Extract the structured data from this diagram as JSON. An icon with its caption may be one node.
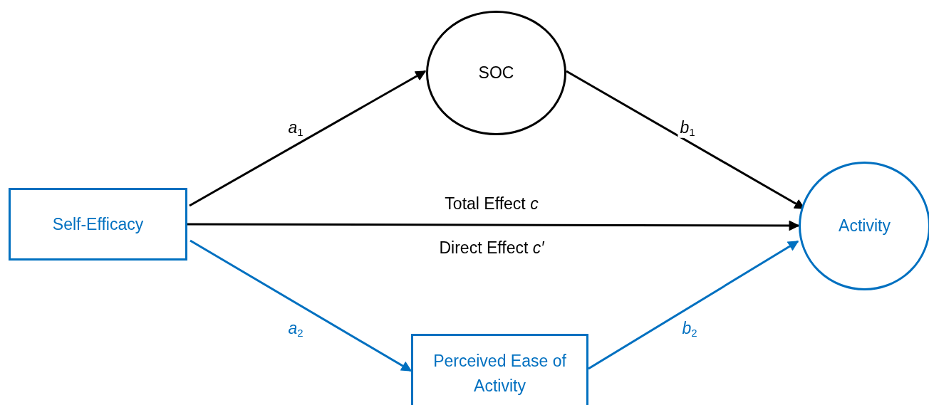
{
  "diagram": {
    "nodes": [
      {
        "text": [
          "Self-Efficacy"
        ]
      },
      {
        "text": [
          "SOC"
        ]
      },
      {
        "text": [
          "Activity"
        ]
      },
      {
        "text": [
          "Perceived Ease of Activity"
        ]
      }
    ],
    "edges": [
      {
        "from": 0,
        "to": 1,
        "arrow": "to",
        "label": "*a*$_{1}$"
      },
      {
        "from": 1,
        "to": 2,
        "arrow": "to",
        "label": "*b*$_{1}$"
      },
      {
        "from": 0,
        "to": 2,
        "arrow": "to",
        "label": "Total Effect *c*"
      },
      {
        "from": 0,
        "to": 3,
        "arrow": "to",
        "label": "*a*$_{2}$",
        "color": "#0070c0"
      },
      {
        "from": 3,
        "to": 2,
        "arrow": "to",
        "label": "*b*$_{2}$",
        "color": "#0070c0"
      }
    ],
    "labels": [
      "Direct Effect *c′*"
    ]
  }
}
